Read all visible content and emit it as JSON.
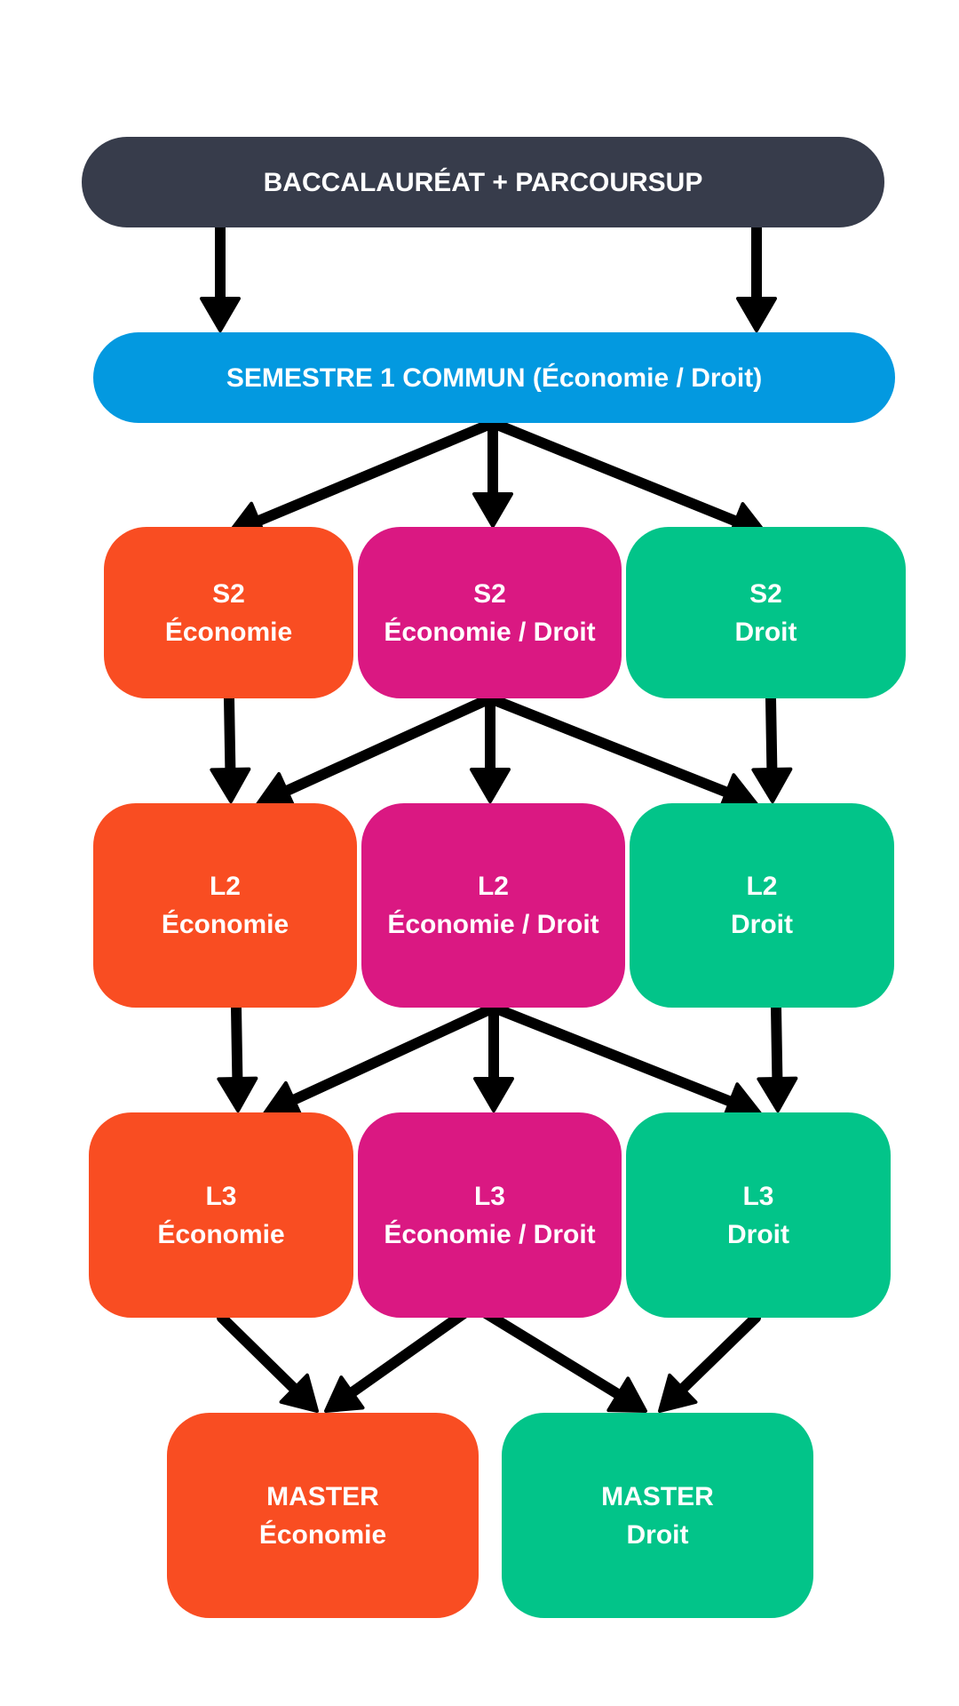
{
  "colors": {
    "dark": "#373c4b",
    "blue": "#0399e0",
    "economie": "#f94d22",
    "mixte": "#da1882",
    "droit": "#02c489",
    "arrow": "#000000",
    "text": "#ffffff"
  },
  "nodes": {
    "bac": {
      "label": "BACCALAURÉAT + PARCOURSUP"
    },
    "s1": {
      "label": "SEMESTRE 1 COMMUN (Économie / Droit)"
    },
    "s2_eco": {
      "line1": "S2",
      "line2": "Économie"
    },
    "s2_mix": {
      "line1": "S2",
      "line2": "Économie / Droit"
    },
    "s2_droit": {
      "line1": "S2",
      "line2": "Droit"
    },
    "l2_eco": {
      "line1": "L2",
      "line2": "Économie"
    },
    "l2_mix": {
      "line1": "L2",
      "line2": "Économie / Droit"
    },
    "l2_droit": {
      "line1": "L2",
      "line2": "Droit"
    },
    "l3_eco": {
      "line1": "L3",
      "line2": "Économie"
    },
    "l3_mix": {
      "line1": "L3",
      "line2": "Économie / Droit"
    },
    "l3_droit": {
      "line1": "L3",
      "line2": "Droit"
    },
    "master_eco": {
      "line1": "MASTER",
      "line2": "Économie"
    },
    "master_droit": {
      "line1": "MASTER",
      "line2": "Droit"
    }
  },
  "edges": [
    {
      "name": "bac-to-s1-left",
      "from": "bac",
      "to": "s1"
    },
    {
      "name": "bac-to-s1-right",
      "from": "bac",
      "to": "s1"
    },
    {
      "name": "s1-to-s2-eco",
      "from": "s1",
      "to": "s2_eco"
    },
    {
      "name": "s1-to-s2-mix",
      "from": "s1",
      "to": "s2_mix"
    },
    {
      "name": "s1-to-s2-droit",
      "from": "s1",
      "to": "s2_droit"
    },
    {
      "name": "s2-eco-to-l2-eco",
      "from": "s2_eco",
      "to": "l2_eco"
    },
    {
      "name": "s2-mix-to-l2-eco",
      "from": "s2_mix",
      "to": "l2_eco"
    },
    {
      "name": "s2-mix-to-l2-mix",
      "from": "s2_mix",
      "to": "l2_mix"
    },
    {
      "name": "s2-mix-to-l2-droit",
      "from": "s2_mix",
      "to": "l2_droit"
    },
    {
      "name": "s2-droit-to-l2-droit",
      "from": "s2_droit",
      "to": "l2_droit"
    },
    {
      "name": "l2-eco-to-l3-eco",
      "from": "l2_eco",
      "to": "l3_eco"
    },
    {
      "name": "l2-mix-to-l3-eco",
      "from": "l2_mix",
      "to": "l3_eco"
    },
    {
      "name": "l2-mix-to-l3-mix",
      "from": "l2_mix",
      "to": "l3_mix"
    },
    {
      "name": "l2-mix-to-l3-droit",
      "from": "l2_mix",
      "to": "l3_droit"
    },
    {
      "name": "l2-droit-to-l3-droit",
      "from": "l2_droit",
      "to": "l3_droit"
    },
    {
      "name": "l3-eco-to-master-eco",
      "from": "l3_eco",
      "to": "master_eco"
    },
    {
      "name": "l3-mix-to-master-eco",
      "from": "l3_mix",
      "to": "master_eco"
    },
    {
      "name": "l3-mix-to-master-droit",
      "from": "l3_mix",
      "to": "master_droit"
    },
    {
      "name": "l3-droit-to-master-droit",
      "from": "l3_droit",
      "to": "master_droit"
    }
  ]
}
